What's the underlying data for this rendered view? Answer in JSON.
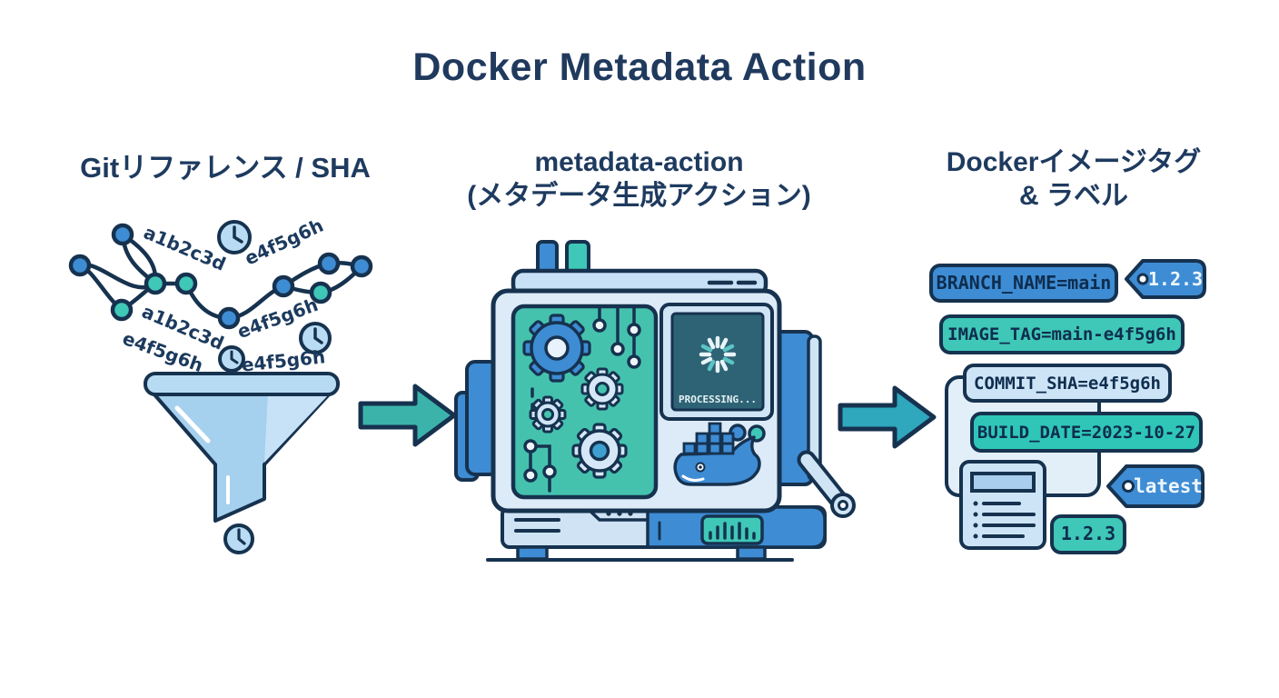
{
  "title": "Docker Metadata Action",
  "sections": {
    "git": {
      "heading": "Gitリファレンス / SHA",
      "hash_labels": [
        "a1b2c3d",
        "e4f5g6h",
        "a1b2c3d",
        "e4f5g6h",
        "e4f5g6h",
        "e4f5g6h"
      ]
    },
    "action": {
      "heading_line1": "metadata-action",
      "heading_line2": "(メタデータ生成アクション)",
      "screen_status": "PROCESSING..."
    },
    "output": {
      "heading_line1": "Dockerイメージタグ",
      "heading_line2": "& ラベル",
      "items": {
        "branch_name": "BRANCH_NAME=main",
        "version_tag": "1.2.3",
        "image_tag": "IMAGE_TAG=main-e4f5g6h",
        "commit_sha": "COMMIT_SHA=e4f5g6h",
        "build_date": "BUILD_DATE=2023-10-27",
        "latest_tag": "latest",
        "version_box": "1.2.3"
      }
    }
  },
  "icons": {
    "clock": "clock-icon",
    "funnel": "funnel-icon",
    "arrow": "arrow-right-icon",
    "gear": "gear-icon",
    "spinner": "spinner-icon",
    "docker_whale": "docker-whale-icon",
    "tag": "tag-icon",
    "document": "document-icon",
    "commit_node": "commit-node"
  },
  "colors": {
    "navy": "#16324f",
    "heading_navy": "#1e3a5f",
    "blue": "#3e8cd4",
    "teal": "#3fc7b7",
    "panel_teal": "#45c2ae",
    "light_blue": "#a5d0ee",
    "pale_blue": "#dcebf7",
    "screen_teal": "#2e6375",
    "arrow_teal_1": "#3bb3ab",
    "arrow_teal_2": "#2fa7bd"
  }
}
